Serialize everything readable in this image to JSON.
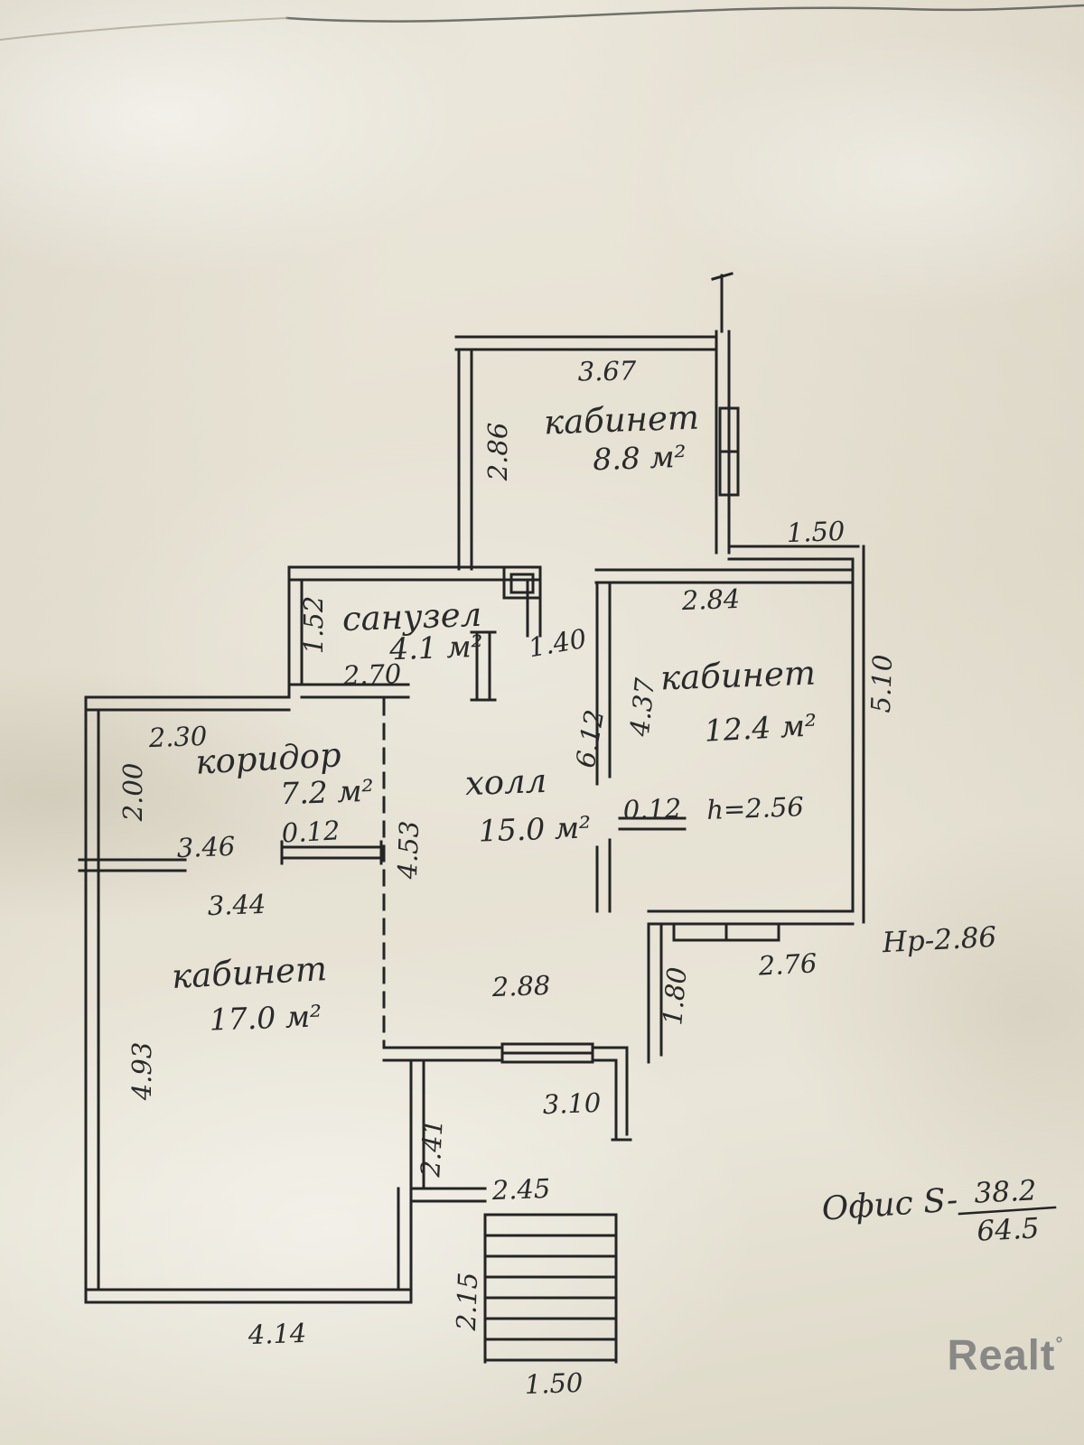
{
  "plan": {
    "rooms": {
      "office_top": {
        "name": "кабинет",
        "area": "8.8 м²"
      },
      "office_right": {
        "name": "кабинет",
        "area": "12.4 м²"
      },
      "office_left": {
        "name": "кабинет",
        "area": "17.0 м²"
      },
      "bathroom": {
        "name": "санузел",
        "area": "4.1 м²"
      },
      "corridor": {
        "name": "коридор",
        "area": "7.2 м²"
      },
      "hall": {
        "name": "холл",
        "area": "15.0 м²"
      }
    },
    "dims": {
      "w367": "3.67",
      "h286": "2.86",
      "w150a": "1.50",
      "w284": "2.84",
      "h510": "5.10",
      "w140": "1.40",
      "h152": "1.52",
      "w270": "2.70",
      "h437": "4.37",
      "h612": "6.12",
      "w230": "2.30",
      "h200": "2.00",
      "t012a": "0.12",
      "w346": "3.46",
      "w344": "3.44",
      "h453": "4.53",
      "t012b": "0.12",
      "w276": "2.76",
      "h180": "1.80",
      "w288": "2.88",
      "h493": "4.93",
      "w310": "3.10",
      "h241": "2.41",
      "w245": "2.45",
      "w414": "4.14",
      "h215": "2.15",
      "w150b": "1.50"
    },
    "notes": {
      "ceiling_h": "h=2.56",
      "hp": "Нр-2.86",
      "office_label": "Офис S-",
      "office_num": "38.2",
      "office_den": "64.5"
    }
  },
  "watermark": {
    "text": "Realt",
    "mark": "°"
  }
}
